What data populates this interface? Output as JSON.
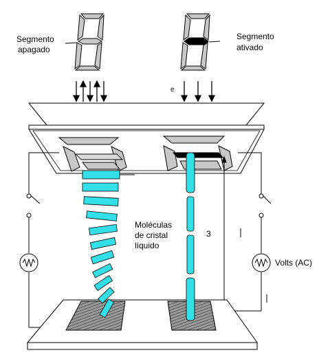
{
  "labels": {
    "segment_off_line1": "Segmento",
    "segment_off_line2": "apagado",
    "segment_on_line1": "Segmento",
    "segment_on_line2": "ativado",
    "molecules_line1": "Moléculas",
    "molecules_line2": "de cristal",
    "molecules_line3": "líquido",
    "volts": "Volts (AC)",
    "marker_e": "e",
    "marker_3": "3"
  },
  "colors": {
    "molecule": "#33e0e8",
    "line": "#000000",
    "segment_fill": "#c8c8c8",
    "segment_active": "#000000",
    "electrode_hatch": "#666666"
  }
}
